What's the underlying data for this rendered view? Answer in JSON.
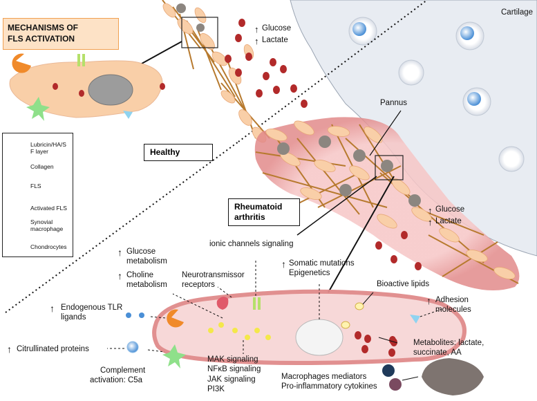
{
  "title": {
    "line1": "MECHANISMS OF",
    "line2": "FLS ACTIVATION"
  },
  "regions": {
    "cartilage": "Cartilage",
    "pannus": "Pannus",
    "healthy": "Healthy",
    "ra_line1": "Rheumatoid",
    "ra_line2": "arthritis"
  },
  "top_metabolites": {
    "glucose": "Glucose",
    "lactate": "Lactate"
  },
  "ra_metabolites": {
    "glucose": "Glucose",
    "lactate": "Lactate"
  },
  "legend": {
    "lubricin_line1": "Lubricin/HA/S",
    "lubricin_line2": "F layer",
    "collagen": "Collagen",
    "fls": "FLS",
    "activated_fls": "Activated FLS",
    "macrophage_line1": "Synovial",
    "macrophage_line2": "macrophage",
    "chondrocytes": "Chondrocytes"
  },
  "mechanisms": {
    "glucose_metabolism_1": "Glucose",
    "glucose_metabolism_2": "metabolism",
    "choline_metabolism_1": "Choline",
    "choline_metabolism_2": "metabolism",
    "ionic_channels": "ionic channels signaling",
    "neurotransmissor_1": "Neurotransmissor",
    "neurotransmissor_2": "receptors",
    "somatic_mutations": "Somatic mutations",
    "epigenetics": "Epigenetics",
    "endogenous_tlr_1": "Endogenous TLR",
    "endogenous_tlr_2": "ligands",
    "citrullinated": "Citrullinated proteins",
    "complement_1": "Complement",
    "complement_2": "activation: C5a",
    "mak": "MAK signaling",
    "nfkb": "NFκB signaling",
    "jak": "JAK signaling",
    "pi3k": "PI3K",
    "bioactive_lipids": "Bioactive lipids",
    "adhesion_1": "Adhesion",
    "adhesion_2": "molecules",
    "metabolites_1": "Metabolites: lactate,",
    "metabolites_2": "succinate, AA",
    "macrophage_mediators": "Macrophages mediators",
    "pro_inflammatory": "Pro-inflammatory cytokines"
  },
  "colors": {
    "fls": "#f9cfa8",
    "activated_fls": "#e7a9a9",
    "cartilage": "#e6eaf0",
    "title_bg": "#fde2c6",
    "collagen": "#b77a2e",
    "chondrocyte": "#4a8fd6",
    "complement": "#8fe08a",
    "glucose_dots": "#b22a2a"
  }
}
